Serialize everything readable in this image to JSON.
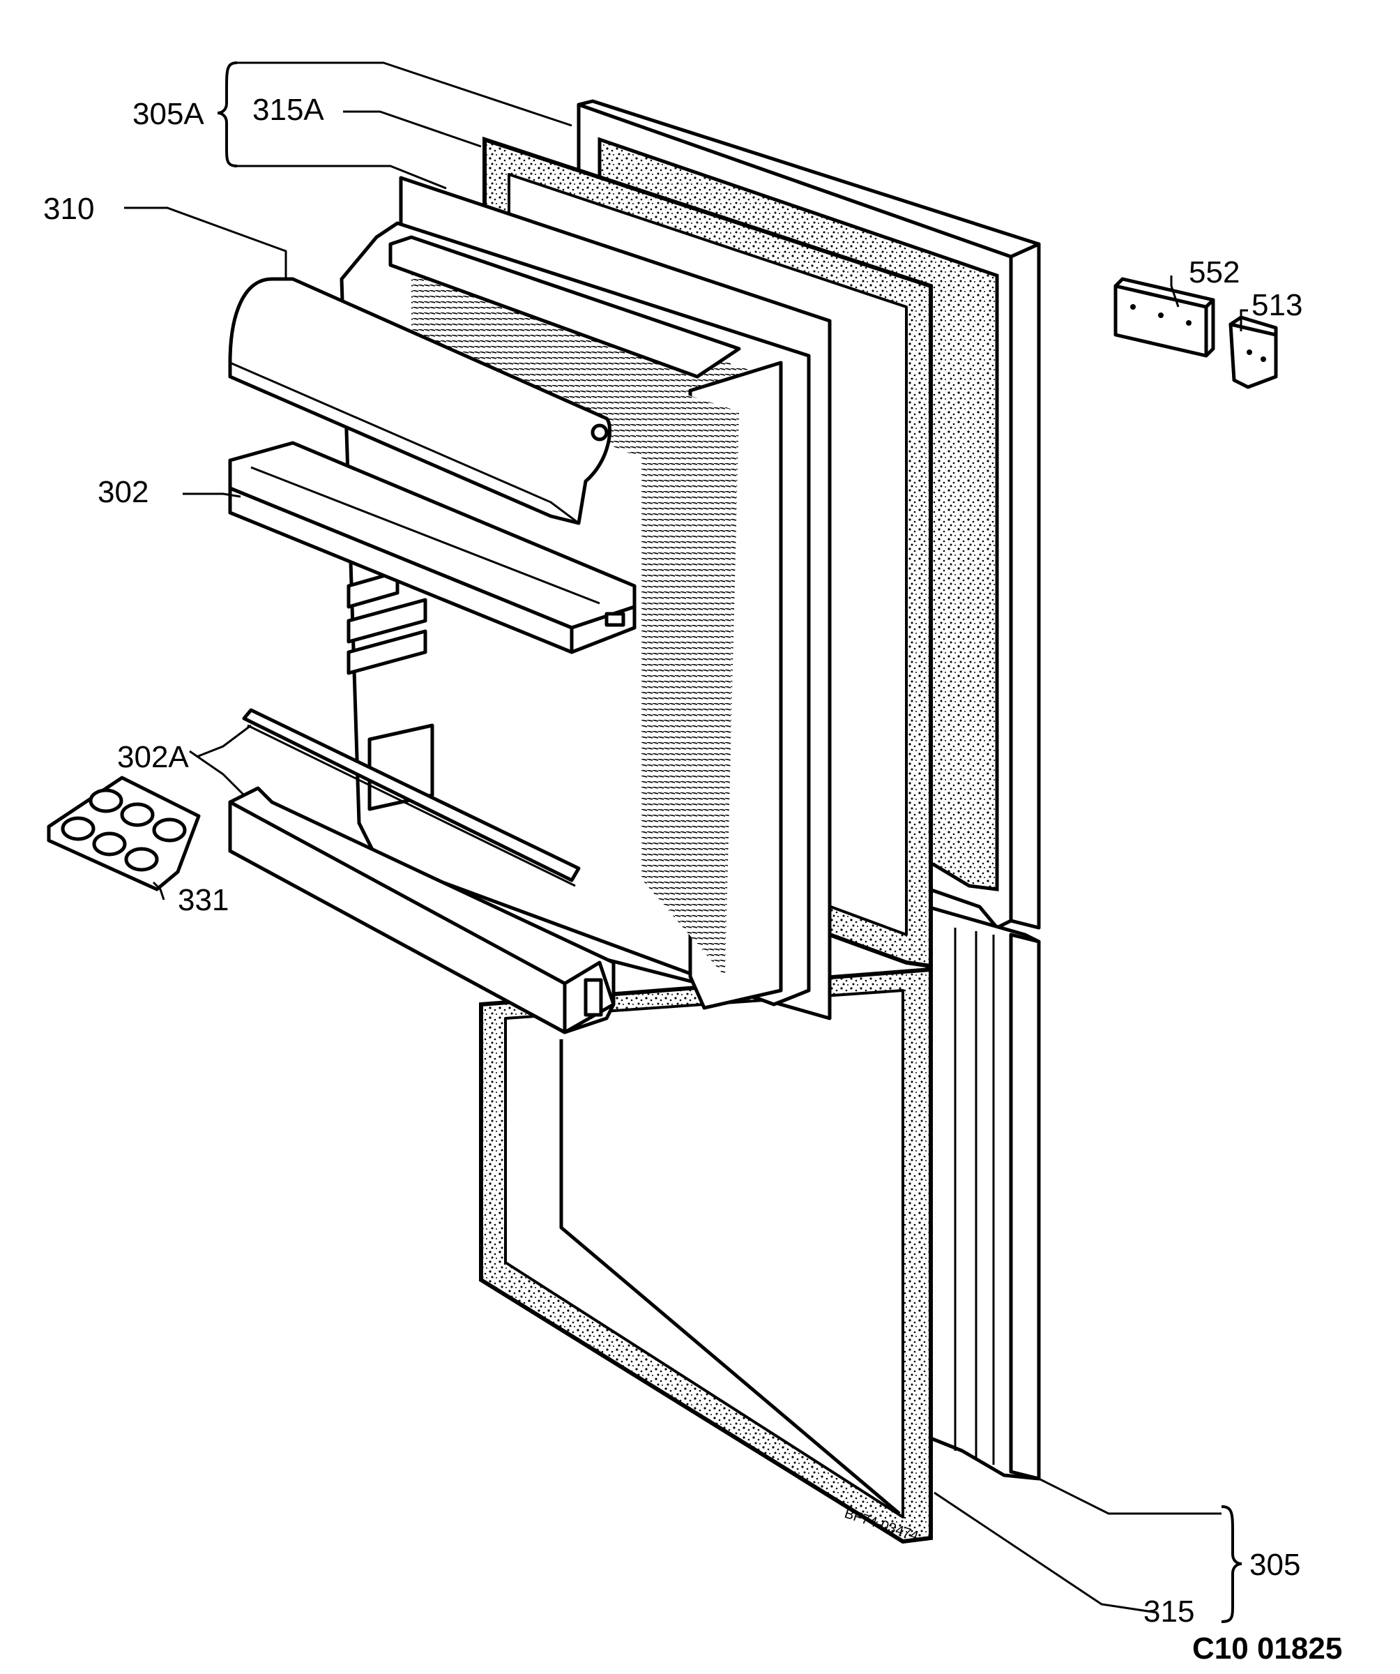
{
  "labels": {
    "l305a": "305A",
    "l315a": "315A",
    "l310": "310",
    "l302": "302",
    "l302a": "302A",
    "l331": "331",
    "l552": "552",
    "l513": "513",
    "l305": "305",
    "l315": "315",
    "stamp": "BF74-03474",
    "drawing_code": "C10 01825"
  }
}
